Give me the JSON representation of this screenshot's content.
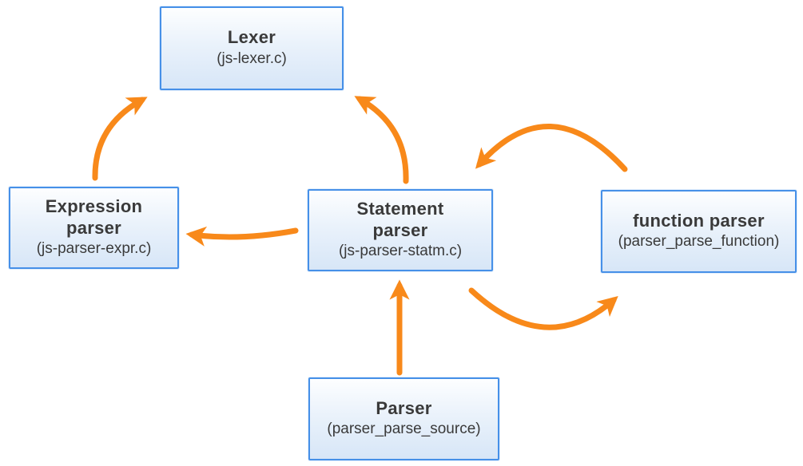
{
  "colors": {
    "background": "#FFFFFF",
    "arrow": "#F8891A",
    "box_border": "#4690E8",
    "box_fill_top": "#FDFEFF",
    "box_fill_bottom": "#D7E6F7",
    "text": "#3A3A3A"
  },
  "nodes": {
    "lexer": {
      "title": "Lexer",
      "subtitle": "(js-lexer.c)"
    },
    "expression_parser": {
      "title": "Expression\nparser",
      "subtitle": "(js-parser-expr.c)"
    },
    "statement_parser": {
      "title": "Statement\nparser",
      "subtitle": "(js-parser-statm.c)"
    },
    "function_parser": {
      "title": "function parser",
      "subtitle": "(parser_parse_function)"
    },
    "parser": {
      "title": "Parser",
      "subtitle": "(parser_parse_source)"
    }
  },
  "edges": [
    {
      "from": "expression_parser",
      "to": "lexer"
    },
    {
      "from": "statement_parser",
      "to": "lexer"
    },
    {
      "from": "statement_parser",
      "to": "expression_parser"
    },
    {
      "from": "function_parser",
      "to": "statement_parser"
    },
    {
      "from": "statement_parser",
      "to": "function_parser"
    },
    {
      "from": "parser",
      "to": "statement_parser"
    }
  ]
}
